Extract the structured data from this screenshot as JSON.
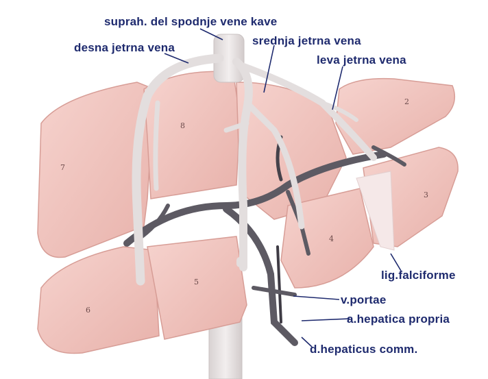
{
  "labels": {
    "suprahepatic_ivc": "suprah. del spodnje vene kave",
    "right_hepatic_vein": "desna jetrna vena",
    "middle_hepatic_vein": "srednja jetrna vena",
    "left_hepatic_vein": "leva jetrna vena",
    "falciform_ligament": "lig.falciforme",
    "portal_vein": "v.portae",
    "hepatic_artery": "a.hepatica propria",
    "common_hepatic_duct": "d.hepaticus comm."
  },
  "segments": [
    "7",
    "8",
    "6",
    "5",
    "4",
    "2",
    "3"
  ],
  "colors": {
    "liver": "#f2c4bf",
    "liver_edge": "#e0a9a3",
    "vein": "#e6e1e1",
    "vein_edge": "#c9c2c2",
    "portal": "#5d5a63",
    "label_text": "#1e2a6e",
    "leader_line": "#1e2a6e"
  }
}
